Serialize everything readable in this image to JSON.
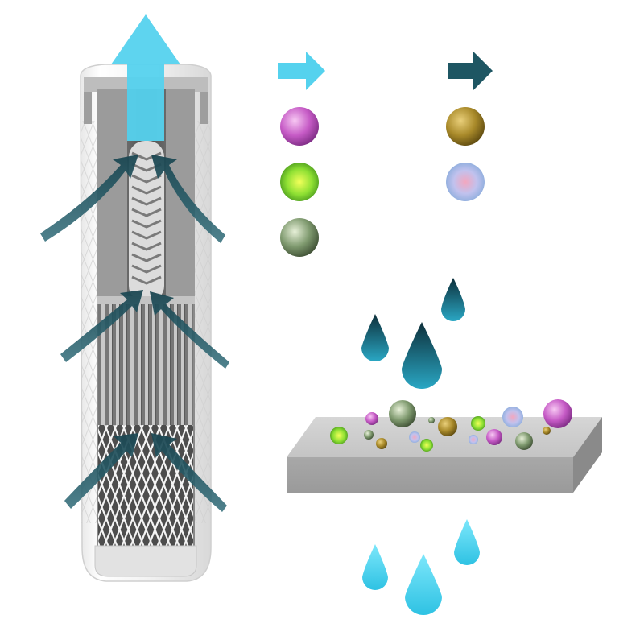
{
  "legend": {
    "items": [
      {
        "name": "clean-water-arrow",
        "kind": "arrow",
        "color": "#55d2ee",
        "label": ""
      },
      {
        "name": "dirty-water-arrow",
        "kind": "arrow",
        "color": "#1e5663",
        "label": ""
      },
      {
        "name": "contaminant-purple",
        "kind": "ball",
        "color": "#c65bc6",
        "label": ""
      },
      {
        "name": "contaminant-gold",
        "kind": "ball",
        "color": "#a98a2a",
        "label": ""
      },
      {
        "name": "contaminant-green",
        "kind": "ball",
        "color": "#8ee033",
        "label": ""
      },
      {
        "name": "contaminant-blue",
        "kind": "ball",
        "color": "#a9b9e8",
        "label": ""
      },
      {
        "name": "contaminant-olive",
        "kind": "ball",
        "color": "#7f9a6f",
        "label": ""
      }
    ]
  },
  "colors": {
    "clean_water": "#55d2ee",
    "dirty_water": "#1e5663",
    "filter_media": "#bdbdbd",
    "cartridge_core": "#5d5d5d"
  },
  "side_labels": [
    "",
    "",
    ""
  ],
  "media_label": ""
}
